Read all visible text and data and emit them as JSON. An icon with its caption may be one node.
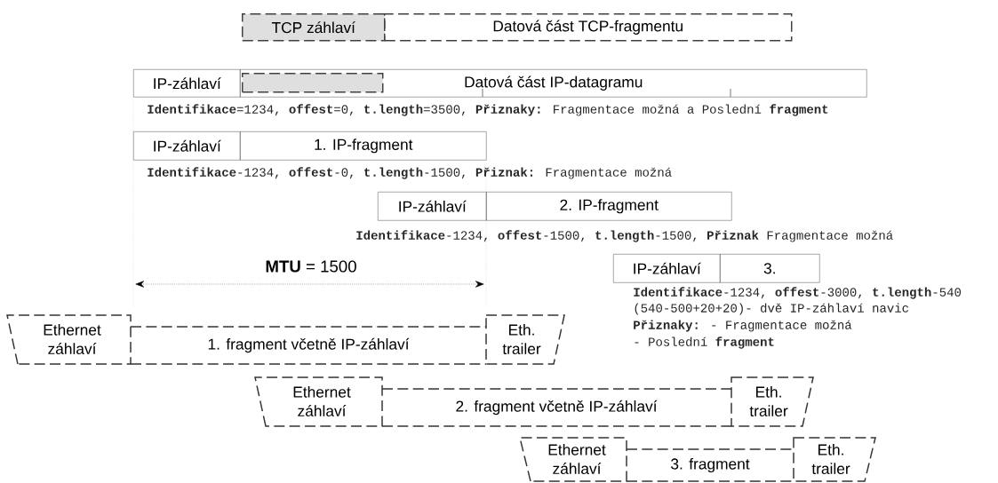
{
  "diagram": {
    "nodes": [
      {
        "text": [
          "TCP záhlaví"
        ]
      },
      {
        "text": [
          "Datová část TCP-fragmentu"
        ]
      },
      {
        "text": [
          "IP-záhlaví"
        ]
      },
      {
        "text": [
          "Datová část IP-datagramu"
        ]
      },
      {
        "text": [],
        "shape": "box",
        "in": 3
      },
      {
        "text": [
          "IP-záhlaví"
        ]
      },
      {
        "text": [
          "1. IP-fragment"
        ]
      },
      {
        "text": [
          "IP-záhlaví"
        ]
      },
      {
        "text": [
          "2. IP-fragment"
        ]
      },
      {
        "text": [
          "IP-záhlaví"
        ]
      },
      {
        "text": [
          "3."
        ]
      },
      {
        "text": [
          "Ethernet záhlaví"
        ]
      },
      {
        "text": [
          "1. fragment včetně IP-záhlaví"
        ]
      },
      {
        "text": [
          "Eth. trailer"
        ]
      },
      {
        "text": [
          "Ethernet záhlaví"
        ]
      },
      {
        "text": [
          "2. fragment včetně IP-záhlaví"
        ]
      },
      {
        "text": [
          "Eth. trailer"
        ]
      },
      {
        "text": [
          "Ethernet záhlaví"
        ]
      },
      {
        "text": [
          "3. fragment"
        ]
      },
      {
        "text": [
          "Eth. trailer"
        ]
      }
    ],
    "labels": [
      "**Identifikace**=1234, **offest**=0, **t.length**=3500, **Přiznaky:** Fragmentace možná a Poslední **fragment**",
      "**Identifikace**-1234, **offest**-0, **t.length**-1500, **Přiznak:** Fragmentace možná",
      "**Identifikace**-1234, **offest**-1500, **t.length**-1500, **Přiznak** Fragmentace možná",
      "**MTU** = 1500",
      "**Identifikace**-1234, **offest**-3000, **t.length**-540",
      "(540-500+20+20)- dvě IP-záhlaví navic",
      "**Přiznaky:** - Fragmentace možná",
      "- Poslední **fragment**"
    ]
  }
}
